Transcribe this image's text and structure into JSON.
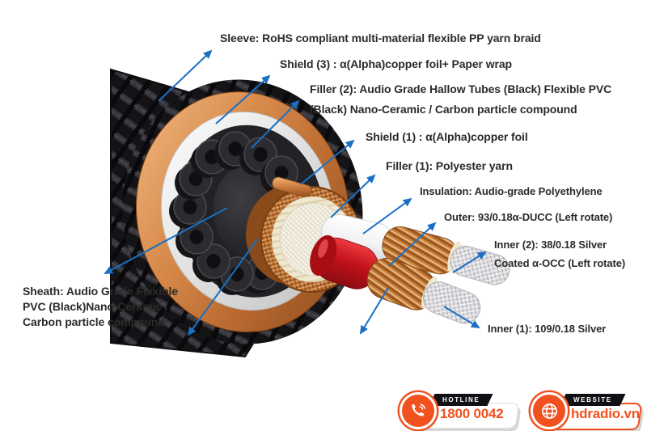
{
  "diagram": {
    "arrow_color": "#1a6fc4",
    "labels": {
      "sleeve": "Sleeve: RoHS compliant multi-material flexible PP yarn braid",
      "shield3": "Shield (3) : α(Alpha)copper foil+ Paper wrap",
      "filler2_line1": "Filler (2): Audio Grade Hallow Tubes (Black) Flexible PVC",
      "filler2_line2": "(Black) Nano-Ceramic / Carbon particle compound",
      "shield1": "Shield (1) : α(Alpha)copper foil",
      "filler1": "Filler (1): Polyester yarn",
      "insulation": "Insulation: Audio-grade Polyethylene",
      "outer": "Outer: 93/0.18α-DUCC (Left rotate)",
      "inner2_line1": "Inner (2): 38/0.18 Silver",
      "inner2_line2": "Coated α-OCC (Left rotate)",
      "inner1": "Inner (1): 109/0.18 Silver",
      "sheath_line1": "Sheath: Audio Grade Flexible",
      "sheath_line2": "PVC (Black)Nano-Ceramic /",
      "sheath_line3": "Carbon particle compound"
    }
  },
  "footer": {
    "accent_color": "#f1511f",
    "hotline": {
      "label": "HOTLINE",
      "value": "1800 0042",
      "icon": "phone-icon"
    },
    "website": {
      "label": "WEBSITE",
      "value": "hdradio.vn",
      "icon": "globe-icon"
    }
  }
}
